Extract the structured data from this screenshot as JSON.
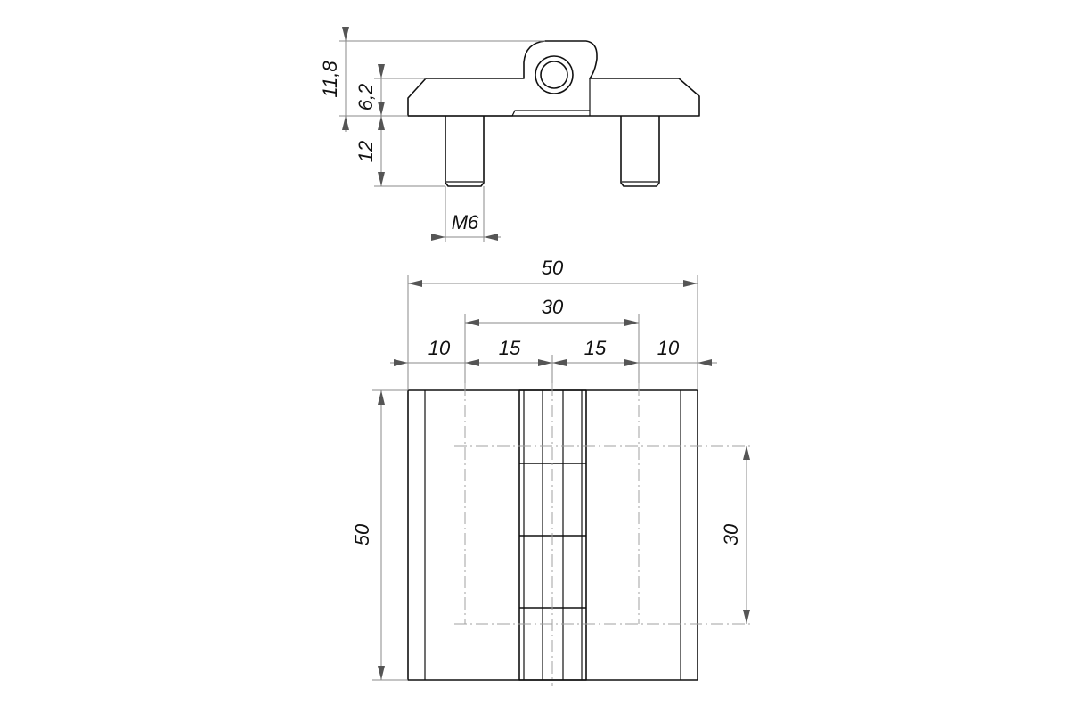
{
  "side_view": {
    "height_total": "11,8",
    "plate_thickness": "6,2",
    "stud_length": "12",
    "thread": "M6"
  },
  "top_view": {
    "overall_width": "50",
    "hole_spacing": "30",
    "offset_left": "10",
    "half_left": "15",
    "half_right": "15",
    "offset_right": "10",
    "overall_height": "50",
    "hole_spacing_vertical": "30"
  },
  "colors": {
    "outline": "#111111",
    "dimension_line": "#8a8a8a",
    "center_line": "#a0a0a0"
  }
}
